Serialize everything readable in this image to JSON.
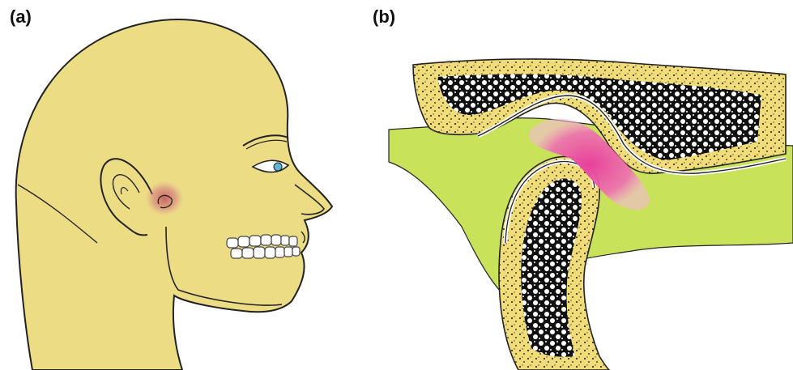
{
  "panels": [
    {
      "label": "(a)"
    },
    {
      "label": "(b)"
    }
  ],
  "colors": {
    "skin": "#ecdd84",
    "outline": "#222222",
    "pain_highlight": "#c96a72",
    "bone": "#f0dc78",
    "marrow_dark": "#111111",
    "soft_tissue_green": "#c8e25a",
    "disc_pink": "#e8409a",
    "eye_iris": "#5ab7d8"
  },
  "icons": {
    "head": "head-profile-illustration",
    "joint": "temporomandibular-joint-cross-section"
  }
}
